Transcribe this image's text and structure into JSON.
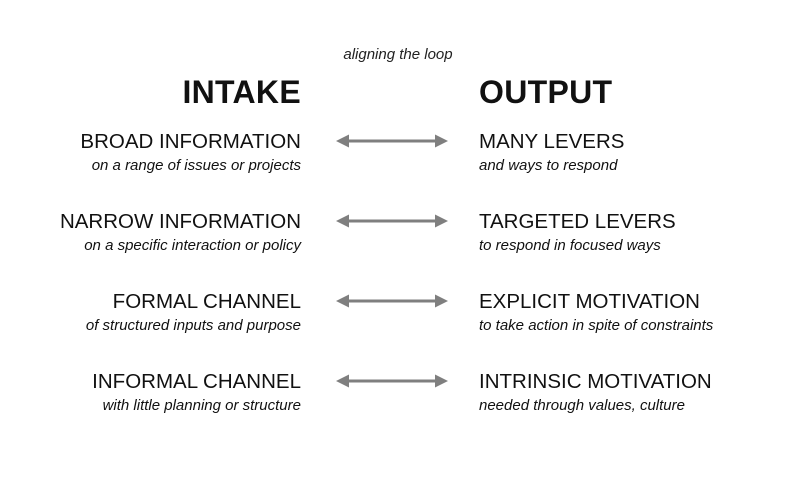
{
  "subtitle": "aligning the loop",
  "headings": {
    "intake": "INTAKE",
    "output": "OUTPUT"
  },
  "rows": [
    {
      "intake_title": "BROAD INFORMATION",
      "intake_desc": "on a range of issues or projects",
      "output_title": "MANY LEVERS",
      "output_desc": "and ways to respond"
    },
    {
      "intake_title": "NARROW INFORMATION",
      "intake_desc": "on a specific interaction or policy",
      "output_title": "TARGETED LEVERS",
      "output_desc": "to respond in focused ways"
    },
    {
      "intake_title": "FORMAL CHANNEL",
      "intake_desc": "of structured inputs and purpose",
      "output_title": "EXPLICIT MOTIVATION",
      "output_desc": "to take action in spite of constraints"
    },
    {
      "intake_title": "INFORMAL CHANNEL",
      "intake_desc": "with little planning or structure",
      "output_title": "INTRINSIC MOTIVATION",
      "output_desc": "needed through values, culture"
    }
  ],
  "colors": {
    "arrow": "#7f7f7f",
    "text": "#111111"
  },
  "icons": {
    "arrow": "double-headed-arrow-icon"
  }
}
